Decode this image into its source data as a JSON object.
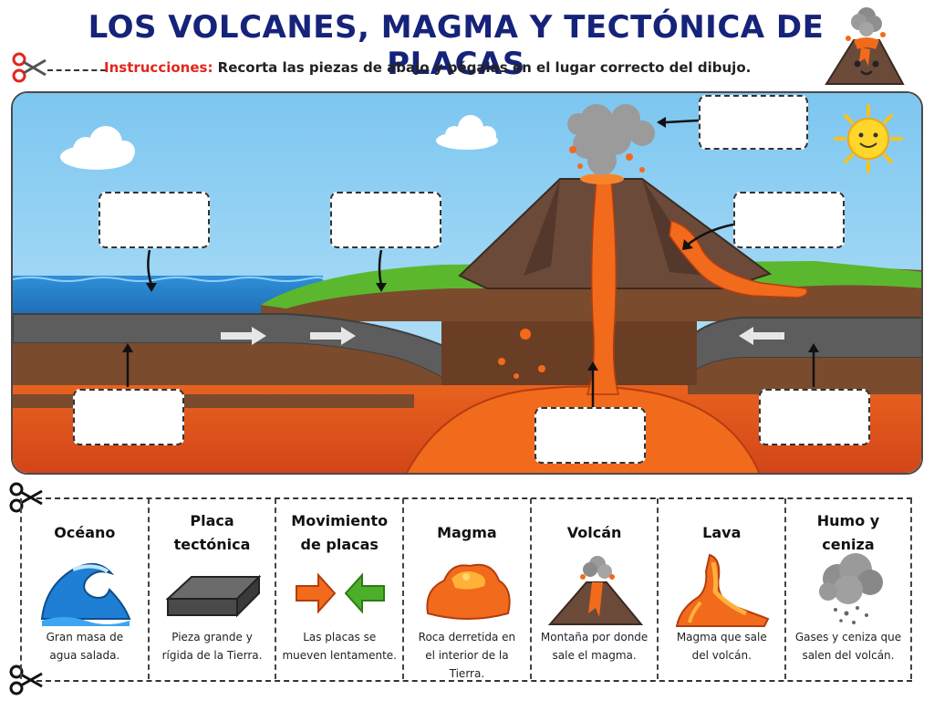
{
  "worksheet": {
    "title": "LOS VOLCANES, MAGMA Y TECTÓNICA DE PLACAS",
    "instructions_label": "Instrucciones:",
    "instructions_text": " Recorta las piezas de abajo y pégalas en el lugar correcto del dibujo."
  },
  "colors": {
    "title": "#16237a",
    "instructions_label": "#e2261c",
    "sky": "#8ecff2",
    "ocean": "#2a8ad2",
    "grass": "#5bb82e",
    "plate": "#5d5d5d",
    "mantle": "#e05a1c",
    "lava": "#f26a1b",
    "volcano": "#6b4a3a"
  },
  "cards": [
    {
      "title": "Océano",
      "icon": "wave-icon",
      "desc_line1": "Gran masa de",
      "desc_line2": "agua salada."
    },
    {
      "title": "Placa tectónica",
      "icon": "plate-slab-icon",
      "desc_line1": "Pieza grande y",
      "desc_line2": "rígida de la Tierra."
    },
    {
      "title": "Movimiento de placas",
      "icon": "converging-arrows-icon",
      "desc_line1": "Las placas se",
      "desc_line2": "mueven lentamente."
    },
    {
      "title": "Magma",
      "icon": "magma-blob-icon",
      "desc_line1": "Roca derretida en",
      "desc_line2": "el interior de la Tierra."
    },
    {
      "title": "Volcán",
      "icon": "volcano-icon",
      "desc_line1": "Montaña por donde",
      "desc_line2": "sale el magma."
    },
    {
      "title": "Lava",
      "icon": "lava-flow-icon",
      "desc_line1": "Magma que sale",
      "desc_line2": "del volcán."
    },
    {
      "title": "Humo y ceniza",
      "icon": "smoke-cloud-icon",
      "desc_line1": "Gases y ceniza que",
      "desc_line2": "salen del volcán."
    }
  ]
}
